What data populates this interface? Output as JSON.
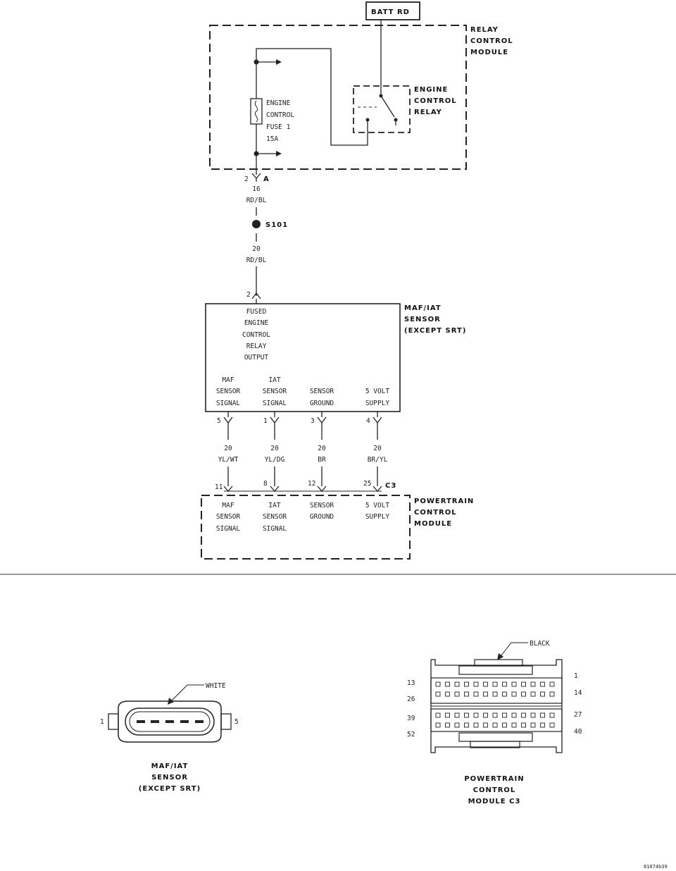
{
  "batt_label": "BATT RD",
  "relay_module": {
    "line1": "RELAY",
    "line2": "CONTROL",
    "line3": "MODULE"
  },
  "engine_relay": {
    "line1": "ENGINE",
    "line2": "CONTROL",
    "line3": "RELAY"
  },
  "fuse": {
    "line1": "ENGINE",
    "line2": "CONTROL",
    "line3": "FUSE 1",
    "line4": "15A"
  },
  "connector_a": {
    "pin": "2",
    "name": "A"
  },
  "wire_top": {
    "gauge": "16",
    "color": "RD/BL"
  },
  "splice": "S101",
  "wire_mid": {
    "gauge": "20",
    "color": "RD/BL"
  },
  "sensor_pin_top": "2",
  "sensor_title": {
    "line1": "MAF/IAT",
    "line2": "SENSOR",
    "line3": "(EXCEPT SRT)"
  },
  "sensor_top_label": {
    "line1": "FUSED",
    "line2": "ENGINE",
    "line3": "CONTROL",
    "line4": "RELAY",
    "line5": "OUTPUT"
  },
  "circuits": [
    {
      "label1": "MAF",
      "label2": "SENSOR",
      "label3": "SIGNAL",
      "sensor_pin": "5",
      "gauge": "20",
      "color": "YL/WT",
      "pcm_pin": "11",
      "pcm1": "MAF",
      "pcm2": "SENSOR",
      "pcm3": "SIGNAL"
    },
    {
      "label1": "IAT",
      "label2": "SENSOR",
      "label3": "SIGNAL",
      "sensor_pin": "1",
      "gauge": "20",
      "color": "YL/DG",
      "pcm_pin": "8",
      "pcm1": "IAT",
      "pcm2": "SENSOR",
      "pcm3": "SIGNAL"
    },
    {
      "label1": "SENSOR",
      "label2": "GROUND",
      "label3": "",
      "sensor_pin": "3",
      "gauge": "20",
      "color": "BR",
      "pcm_pin": "12",
      "pcm1": "SENSOR",
      "pcm2": "GROUND",
      "pcm3": ""
    },
    {
      "label1": "5 VOLT",
      "label2": "SUPPLY",
      "label3": "",
      "sensor_pin": "4",
      "gauge": "20",
      "color": "BR/YL",
      "pcm_pin": "25",
      "pcm1": "5 VOLT",
      "pcm2": "SUPPLY",
      "pcm3": ""
    }
  ],
  "pcm_connector": "C3",
  "pcm_title": {
    "line1": "POWERTRAIN",
    "line2": "CONTROL",
    "line3": "MODULE"
  },
  "sensor_connector_view": {
    "color": "WHITE",
    "pin_left": "1",
    "pin_right": "5",
    "cap1": "MAF/IAT",
    "cap2": "SENSOR",
    "cap3": "(EXCEPT SRT)"
  },
  "pcm_connector_view": {
    "color": "BLACK",
    "pin_1": "1",
    "pin_13": "13",
    "pin_14": "14",
    "pin_26": "26",
    "pin_27": "27",
    "pin_39": "39",
    "pin_40": "40",
    "pin_52": "52",
    "cap1": "POWERTRAIN",
    "cap2": "CONTROL",
    "cap3": "MODULE C3"
  },
  "figure_id": "81074b39"
}
